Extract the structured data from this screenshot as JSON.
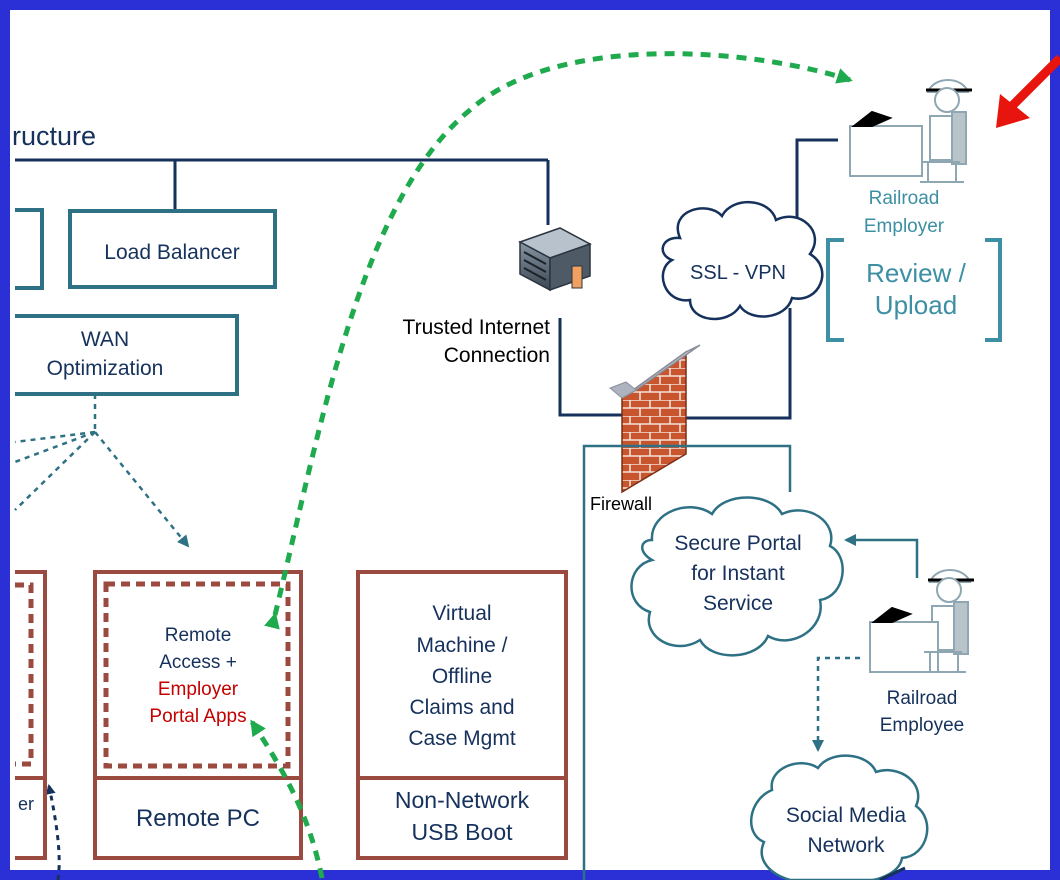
{
  "diagram": {
    "title_fragment": "ructure",
    "boxes": {
      "load_balancer": "Load Balancer",
      "wan_line1": "WAN",
      "wan_line2": "Optimization",
      "remote_pc": "Remote PC",
      "remote_access_line1": "Remote",
      "remote_access_line2": "Access +",
      "remote_access_line3": "Employer",
      "remote_access_line4": "Portal Apps",
      "vm_line1": "Virtual",
      "vm_line2": "Machine /",
      "vm_line3": "Offline",
      "vm_line4": "Claims and",
      "vm_line5": "Case Mgmt",
      "usb_line1": "Non-Network",
      "usb_line2": "USB Boot",
      "left_cut_label": "er"
    },
    "network": {
      "trusted_line1": "Trusted Internet",
      "trusted_line2": "Connection",
      "firewall": "Firewall",
      "ssl_vpn": "SSL - VPN",
      "portal_line1": "Secure Portal",
      "portal_line2": "for Instant",
      "portal_line3": "Service",
      "social_line1": "Social Media",
      "social_line2": "Network"
    },
    "people": {
      "employer_line1": "Railroad",
      "employer_line2": "Employer",
      "employee_line1": "Railroad",
      "employee_line2": "Employee"
    },
    "bracket_label_line1": "Review /",
    "bracket_label_line2": "Upload",
    "colors": {
      "frame": "#2b2fd6",
      "navy": "#15315c",
      "teal": "#2e7185",
      "brown": "#9b4a40",
      "green": "#1faa4e",
      "red_arrow": "#e8150f",
      "red_text": "#c40000",
      "light_teal_text": "#3d8fa3"
    }
  }
}
